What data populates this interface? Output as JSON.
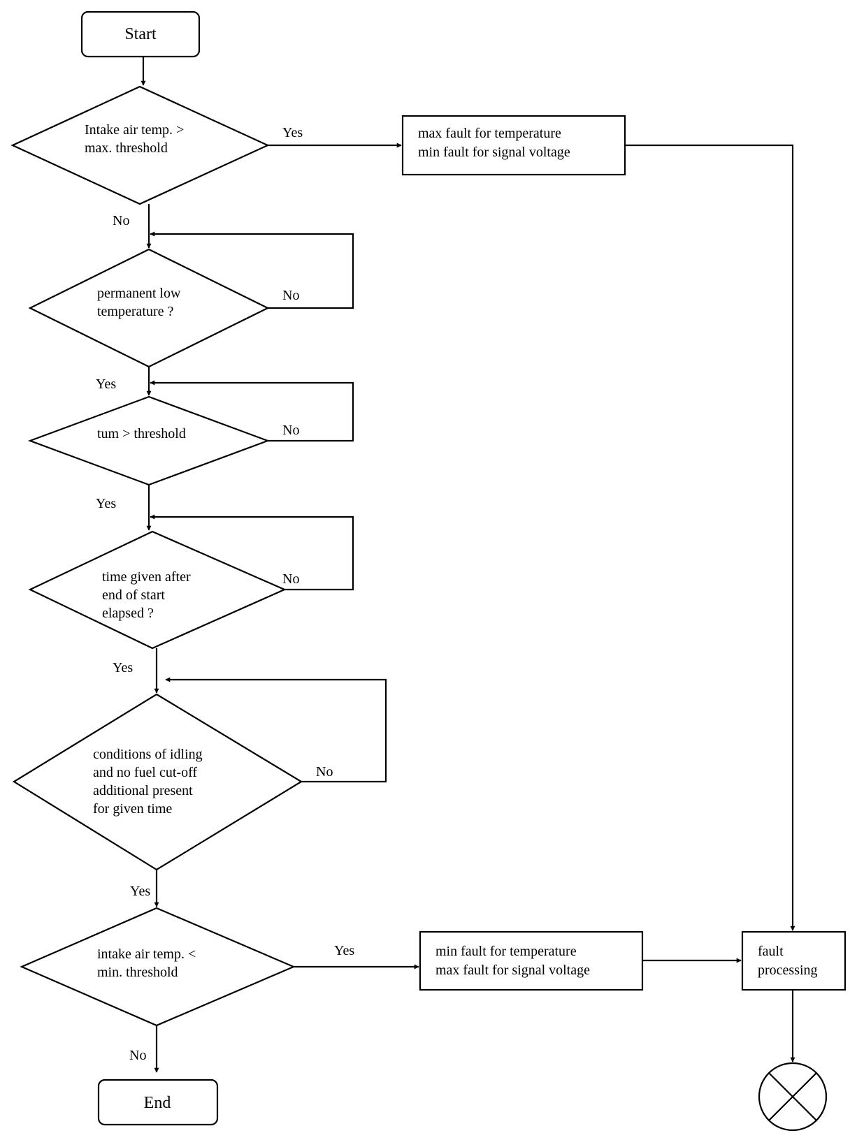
{
  "nodes": {
    "start": "Start",
    "d1": [
      "Intake air temp. >",
      "max. threshold"
    ],
    "box_max": [
      "max fault for temperature",
      "min fault for signal voltage"
    ],
    "d2": [
      "permanent low",
      "temperature ?"
    ],
    "d3": [
      "tum > threshold"
    ],
    "d4": [
      "time given after",
      "end of start",
      "elapsed ?"
    ],
    "d5": [
      "conditions of idling",
      "and no fuel cut-off",
      "additional present",
      "for given time"
    ],
    "d6": [
      "intake air temp. <",
      "min. threshold"
    ],
    "box_min": [
      "min fault for temperature",
      "max fault for signal voltage"
    ],
    "fault": [
      "fault",
      "processing"
    ],
    "end": "End"
  },
  "labels": {
    "d1_yes": "Yes",
    "d1_no": "No",
    "d2_no": "No",
    "d2_yes": "Yes",
    "d3_no": "No",
    "d3_yes": "Yes",
    "d4_no": "No",
    "d4_yes": "Yes",
    "d5_no": "No",
    "d5_yes": "Yes",
    "d6_yes": "Yes",
    "d6_no": "No"
  }
}
